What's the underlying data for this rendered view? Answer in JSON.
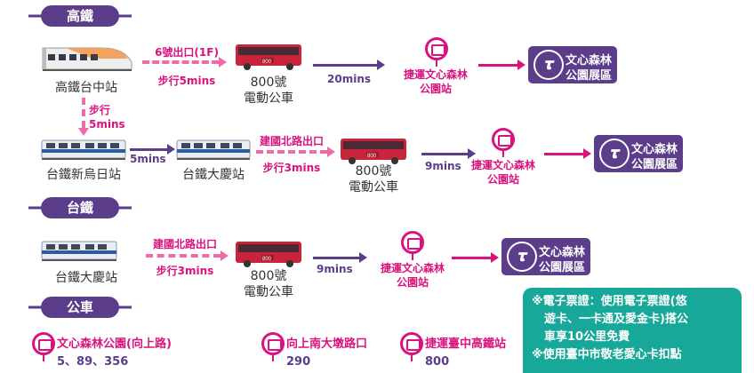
{
  "sections": {
    "hsr": "高鐵",
    "tra": "台鐵",
    "bus": "公車"
  },
  "row1": {
    "station": "高鐵台中站",
    "walk_exit": "6號出口(1F)",
    "walk_time": "步行5mins",
    "bus_line": "800號",
    "bus_type": "電動公車",
    "ride_time": "20mins",
    "stop_1": "捷運文心森林",
    "stop_2": "公園站",
    "park_1": "文心森林",
    "park_2": "公園展區"
  },
  "transfer": {
    "walk": "步行",
    "time": "5mins"
  },
  "row2": {
    "station_a": "台鐵新烏日站",
    "train_time": "5mins",
    "station_b": "台鐵大慶站",
    "walk_exit": "建國北路出口",
    "walk_time": "步行3mins",
    "bus_line": "800號",
    "bus_type": "電動公車",
    "ride_time": "9mins",
    "stop_1": "捷運文心森林",
    "stop_2": "公園站",
    "park_1": "文心森林",
    "park_2": "公園展區"
  },
  "row3": {
    "station": "台鐵大慶站",
    "walk_exit": "建國北路出口",
    "walk_time": "步行3mins",
    "bus_line": "800號",
    "bus_type": "電動公車",
    "ride_time": "9mins",
    "stop_1": "捷運文心森林",
    "stop_2": "公園站",
    "park_1": "文心森林",
    "park_2": "公園展區"
  },
  "bus_stops": [
    {
      "name": "文心森林公園(向上路)",
      "routes": "5、89、356"
    },
    {
      "name": "向上南大墩路口",
      "routes": "290"
    },
    {
      "name": "捷運臺中高鐵站",
      "routes": "800"
    }
  ],
  "bus_plate": "800",
  "park_logo_glyph": "𝝉",
  "note": {
    "line1": "※電子票證：使用電子票證(悠",
    "line2": "遊卡、一卡通及愛金卡)搭公",
    "line3": "車享10公里免費",
    "line4": "※使用臺中市敬老愛心卡扣點"
  },
  "colors": {
    "purple": "#5b3d8a",
    "pink": "#d9127e",
    "light_pink": "#ee6aa8",
    "teal": "#17a89a",
    "bus_red": "#c8243c"
  }
}
